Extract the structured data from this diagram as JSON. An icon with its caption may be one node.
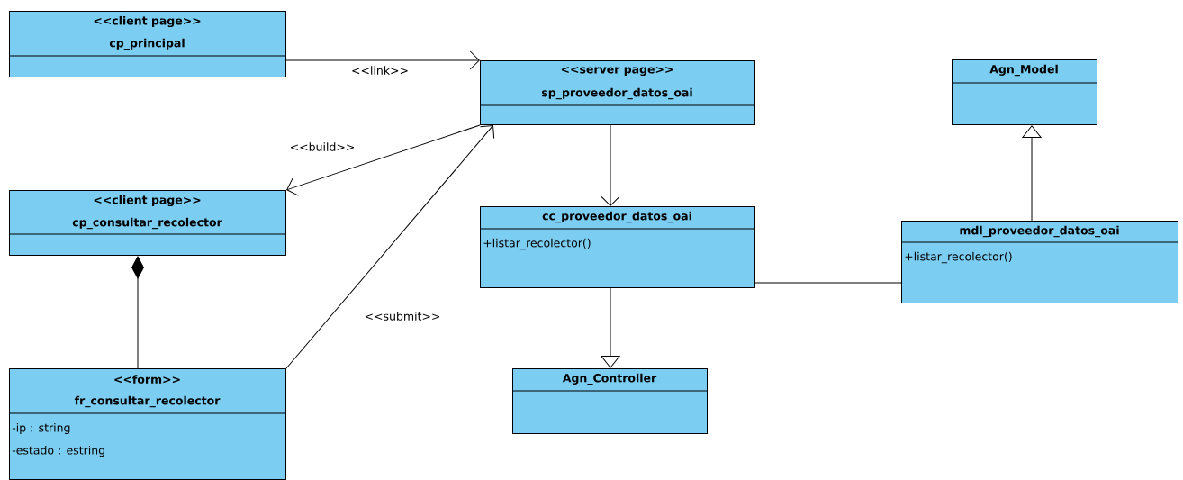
{
  "diagram": {
    "nodes": [
      {
        "text": [
          "<<client page>>",
          "cp_principal"
        ]
      },
      {
        "text": [
          "<<server page>>",
          "sp_proveedor_datos_oai"
        ]
      },
      {
        "text": [
          "Agn_Model"
        ]
      },
      {
        "text": [
          "<<client page>>",
          "cp_consultar_recolector"
        ]
      },
      {
        "text": [
          "cc_proveedor_datos_oai",
          "+listar_recolector()"
        ]
      },
      {
        "text": [
          "mdl_proveedor_datos_oai",
          "+listar_recolector()"
        ]
      },
      {
        "text": [
          "<<form>>",
          "fr_consultar_recolector",
          "-ip : string",
          "-estado : estring"
        ]
      },
      {
        "text": [
          "Agn_Controller"
        ]
      }
    ],
    "edges": [
      {
        "from": 0,
        "to": 1,
        "arrow": "to",
        "label": "<<link>>"
      },
      {
        "from": 1,
        "to": 3,
        "arrow": "to",
        "label": "<<build>>"
      },
      {
        "from": 6,
        "to": 1,
        "arrow": "to",
        "label": "<<submit>>"
      },
      {
        "from": 6,
        "to": 3,
        "arrow": "other"
      },
      {
        "from": 1,
        "to": 4,
        "arrow": "to"
      },
      {
        "from": 4,
        "to": 7,
        "arrow": "to"
      },
      {
        "from": 5,
        "to": 2,
        "arrow": "to"
      },
      {
        "from": 4,
        "to": 5,
        "arrow": "none"
      }
    ]
  }
}
